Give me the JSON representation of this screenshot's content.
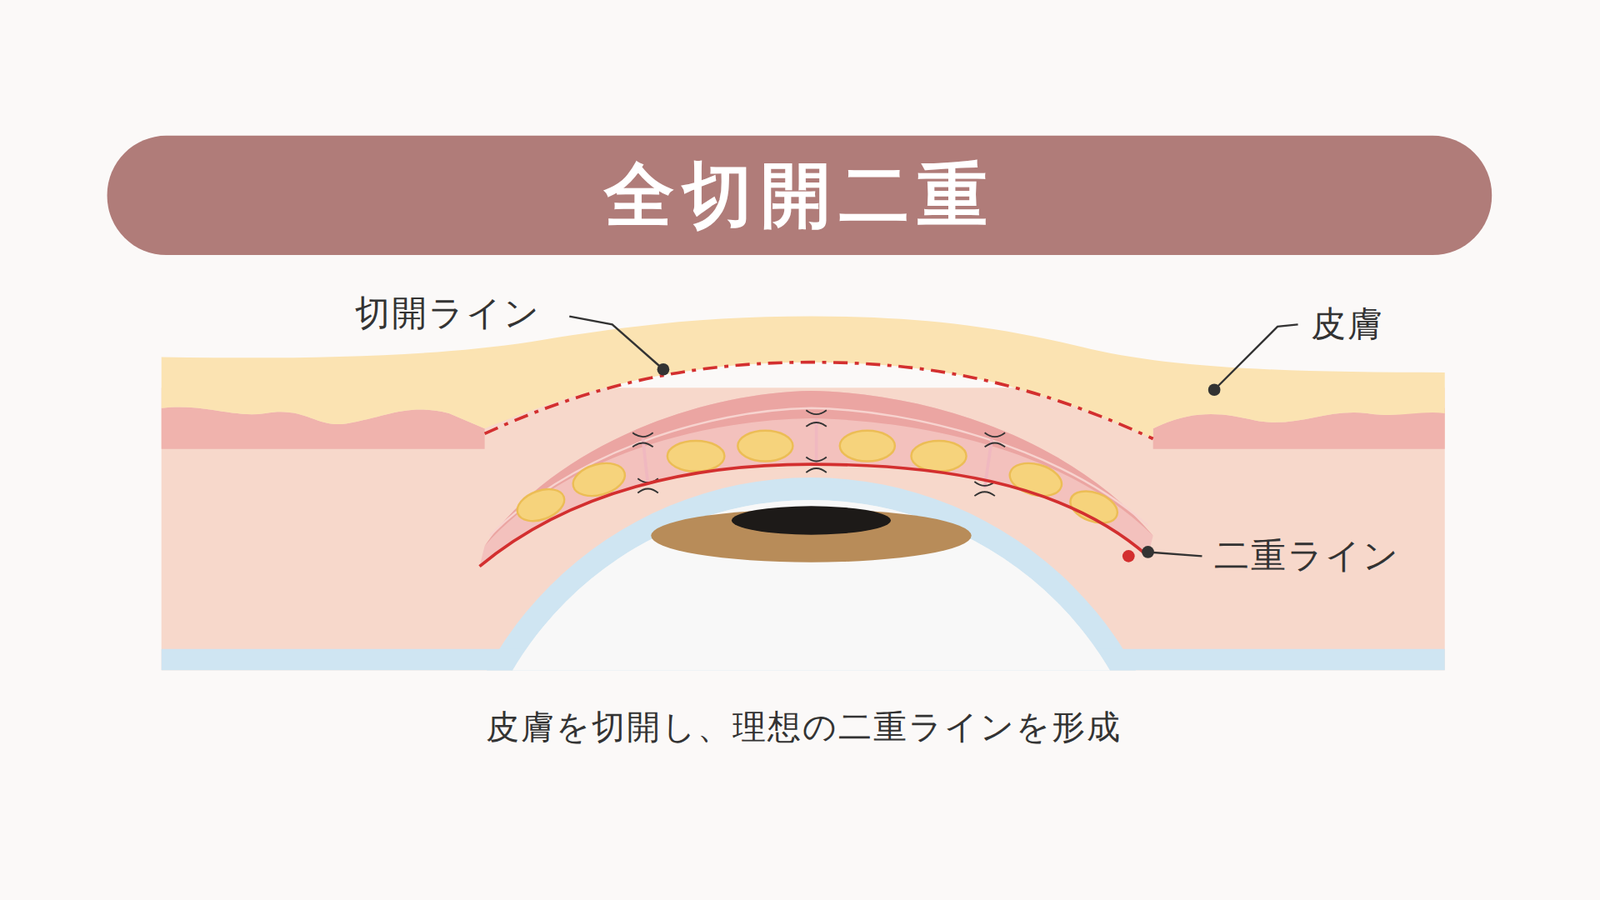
{
  "diagram": {
    "title": "全切開二重",
    "caption": "皮膚を切開し、理想の二重ラインを形成",
    "labels": [
      "切開ライン",
      "皮膚",
      "二重ライン"
    ]
  }
}
